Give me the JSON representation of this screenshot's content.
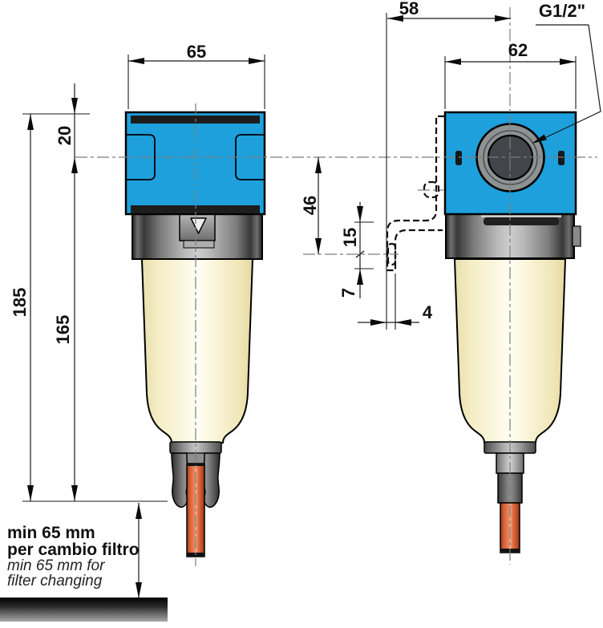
{
  "drawing": {
    "type": "technical-dimension-drawing",
    "subject": "compressed air line filter, front and side orthographic views with mounting bracket shown dashed",
    "dimensions": {
      "w65": "65",
      "h20": "20",
      "h185": "185",
      "h165": "165",
      "w58": "58",
      "w62": "62",
      "port": "G1/2\"",
      "h46": "46",
      "h15": "15",
      "h7": "7",
      "w4": "4"
    },
    "note": {
      "line1": "min 65 mm",
      "line2": "per cambio filtro",
      "line3": "min 65 mm for",
      "line4": "filter changing"
    },
    "colors": {
      "head_blue": "#1DA0DC",
      "bowl_cream": "#F8F3D3",
      "collar_gray": "#9B9B9B",
      "tube_copper": "#DD6A40",
      "port_ring_gray": "#8E9292",
      "line_black": "#0a0a0a",
      "centerline_gray": "#7d7d7d"
    }
  }
}
